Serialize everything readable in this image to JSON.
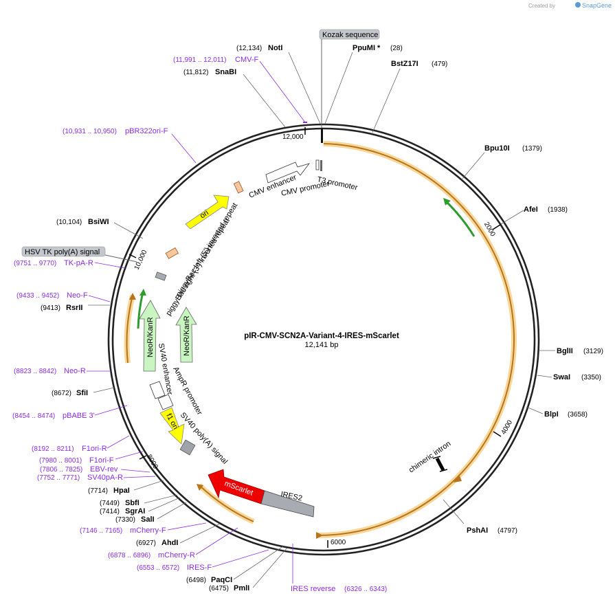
{
  "credit": {
    "prefix": "Created by",
    "brand": "SnapGene"
  },
  "plasmid": {
    "name": "pIR-CMV-SCN2A-Variant-4-IRES-mScarlet",
    "size": "12,141 bp"
  },
  "ticks": [
    "12,000",
    "2000",
    "4000",
    "6000",
    "8000",
    "10,000"
  ],
  "sites": [
    {
      "name": "NotI",
      "pos": "(12,134)"
    },
    {
      "name": "PpuMI *",
      "pos": "(28)"
    },
    {
      "name": "BstZ17I",
      "pos": "(479)"
    },
    {
      "name": "SnaBI",
      "pos": "(11,812)"
    },
    {
      "name": "Bpu10I",
      "pos": "(1379)"
    },
    {
      "name": "AfeI",
      "pos": "(1938)"
    },
    {
      "name": "BsiWI",
      "pos": "(10,104)"
    },
    {
      "name": "RsrII",
      "pos": "(9413)"
    },
    {
      "name": "BglII",
      "pos": "(3129)"
    },
    {
      "name": "SwaI",
      "pos": "(3350)"
    },
    {
      "name": "SfiI",
      "pos": "(8672)"
    },
    {
      "name": "BlpI",
      "pos": "(3658)"
    },
    {
      "name": "HpaI",
      "pos": "(7714)"
    },
    {
      "name": "SbfI",
      "pos": "(7449)"
    },
    {
      "name": "SgrAI",
      "pos": "(7414)"
    },
    {
      "name": "SalI",
      "pos": "(7330)"
    },
    {
      "name": "PshAI",
      "pos": "(4797)"
    },
    {
      "name": "AhdI",
      "pos": "(6927)"
    },
    {
      "name": "PaqCI",
      "pos": "(6498)"
    },
    {
      "name": "PmlI",
      "pos": "(6475)"
    }
  ],
  "primers": [
    {
      "name": "CMV-F",
      "range": "(11,991 .. 12,011)"
    },
    {
      "name": "pBR322ori-F",
      "range": "(10,931 .. 10,950)"
    },
    {
      "name": "TK-pA-R",
      "range": "(9751 .. 9770)"
    },
    {
      "name": "Neo-F",
      "range": "(9433 .. 9452)"
    },
    {
      "name": "Neo-R",
      "range": "(8823 .. 8842)"
    },
    {
      "name": "pBABE 3'",
      "range": "(8454 .. 8474)"
    },
    {
      "name": "F1ori-R",
      "range": "(8192 .. 8211)"
    },
    {
      "name": "F1ori-F",
      "range": "(7980 .. 8001)"
    },
    {
      "name": "EBV-rev",
      "range": "(7806 .. 7825)"
    },
    {
      "name": "SV40pA-R",
      "range": "(7752 .. 7771)"
    },
    {
      "name": "mCherry-F",
      "range": "(7146 .. 7165)"
    },
    {
      "name": "mCherry-R",
      "range": "(6878 .. 6896)"
    },
    {
      "name": "IRES-F",
      "range": "(6553 .. 6572)"
    },
    {
      "name": "IRES reverse",
      "range": "(6326 .. 6343)"
    }
  ],
  "pills": {
    "kozak": "Kozak sequence",
    "hsv": "HSV TK poly(A) signal"
  },
  "features": {
    "t3": "T3 promoter",
    "cmv_enh": "CMV enhancer",
    "cmv_prom": "CMV promoter",
    "pb_right": "piggyBac right (3') inverted repeat",
    "pb_left": "piggyBac left (5') inverted repeat",
    "ori": "ori",
    "neo1": "NeoR/KanR",
    "neo2": "NeoR/KanR",
    "sv40_enh": "SV40 enhancer",
    "ampr_prom": "AmpR promoter",
    "sv40_polya": "SV40 poly(A) signal",
    "f1": "f1 ori",
    "mscarlet": "mScarlet",
    "ires2": "IRES2",
    "chimeric": "chimeric intron"
  },
  "colors": {
    "ori": "#ffff00",
    "neo": "#c8f5c0",
    "mscarlet": "#ee0000",
    "ires": "#a8acb2",
    "orf_glow": "#f8d89a",
    "orf_arrow": "#b8741a",
    "primer": "#8b2be2",
    "green_arrow": "#2e9c2e",
    "pb": "#f9c89a",
    "brand": "#5b9bd5"
  }
}
